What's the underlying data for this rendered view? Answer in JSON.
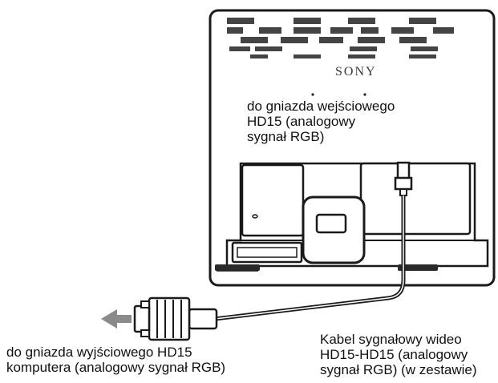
{
  "diagram": {
    "brand_logo": "SONY",
    "monitor_input_label": [
      "do gniazda wejściowego",
      "HD15 (analogowy",
      "sygnał RGB)"
    ],
    "computer_output_label": [
      "do gniazda wyjściowego HD15",
      "komputera (analogowy sygnał RGB)"
    ],
    "cable_label": [
      "Kabel sygnałowy wideo",
      "HD15-HD15 (analogowy",
      "sygnał RGB) (w zestawie)"
    ]
  }
}
